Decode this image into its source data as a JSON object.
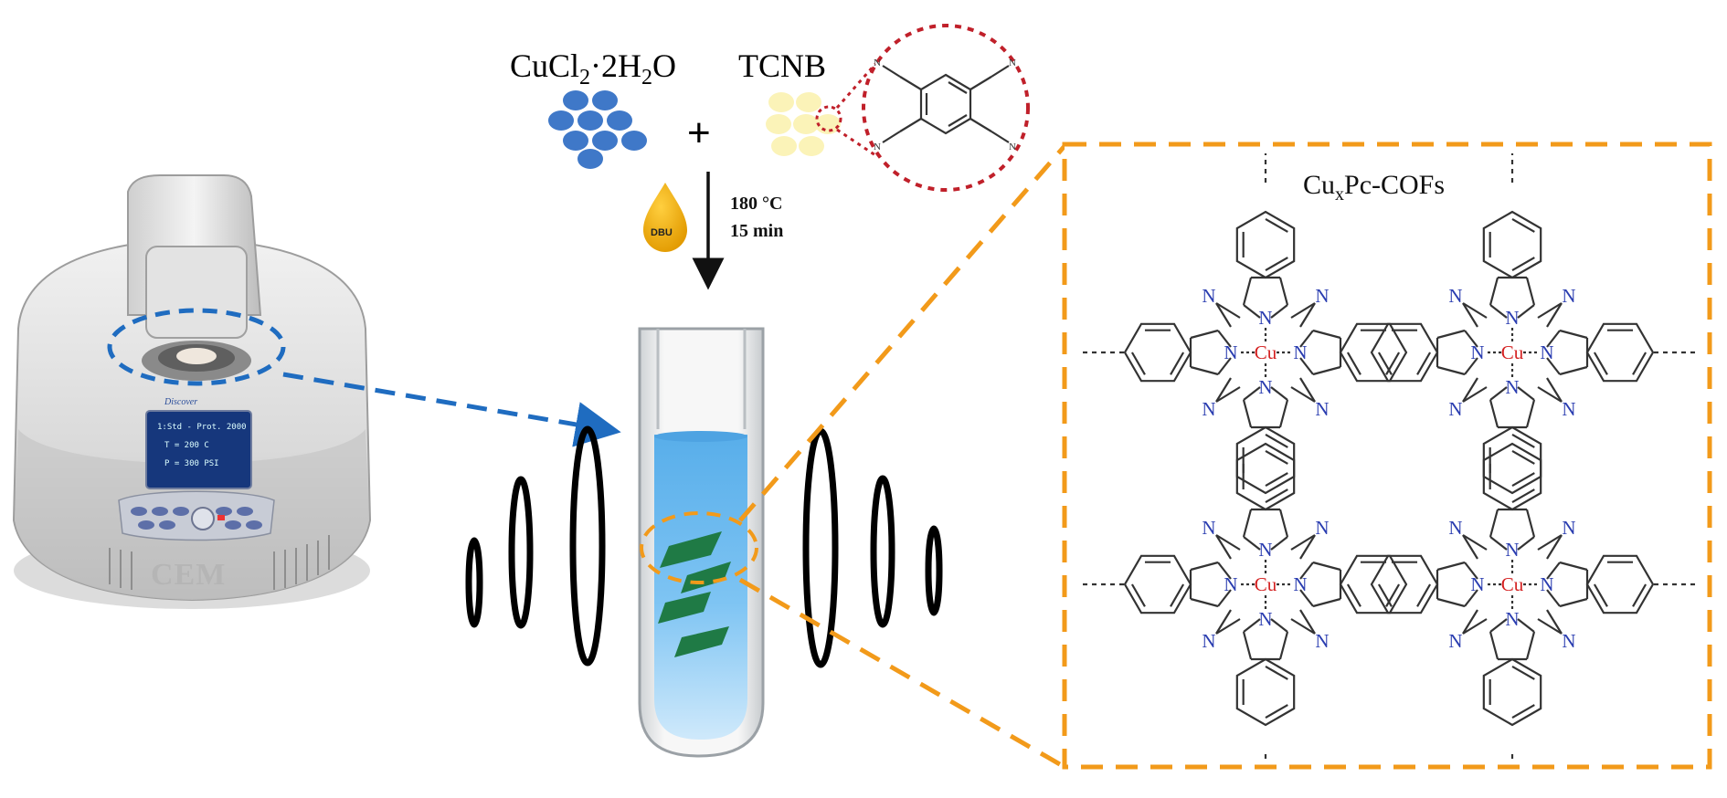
{
  "reagents": {
    "copper_salt": "CuCl₂·2H₂O",
    "linker": "TCNB",
    "plus": "+",
    "catalyst": "DBU"
  },
  "conditions": {
    "temperature": "180 °C",
    "time": "15 min"
  },
  "product": {
    "name_prefix": "Cu",
    "name_subscript": "x",
    "name_suffix": "Pc-COFs",
    "metal_label": "Cu",
    "nitrogen_label": "N"
  },
  "instrument": {
    "brand": "CEM",
    "model": "Discover",
    "display_lines": [
      "1:Std - Prot. 2000",
      "T = 200 C",
      "P = 300 PSI"
    ]
  },
  "colors": {
    "copper_particles": "#3f78c8",
    "tcnb_particles": "#fbf3b8",
    "blue_arrow": "#1f6cc0",
    "orange_dash": "#f29a1a",
    "red_circle": "#c0202a",
    "liquid": "#6fb8f0",
    "flakes": "#1f7a45",
    "nitrogen": "#2a3db0",
    "copper": "#d42020"
  }
}
